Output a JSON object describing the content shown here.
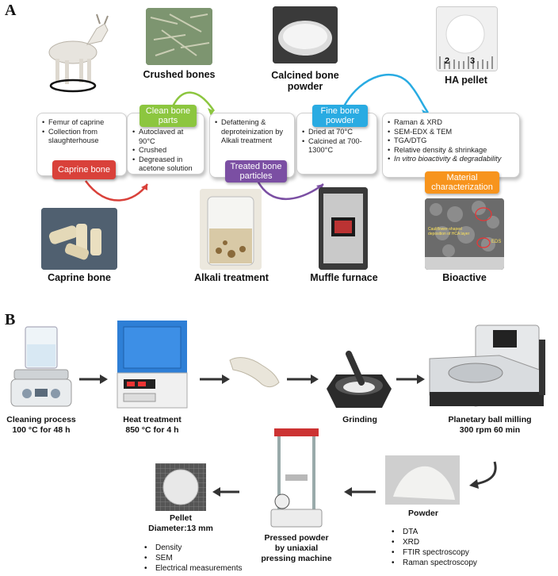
{
  "panel_a": {
    "letter": "A",
    "photo_captions": {
      "crushed": "Crushed bones",
      "calcined_1": "Calcined bone",
      "calcined_2": "powder",
      "ha_pellet": "HA pellet",
      "caprine": "Caprine bone",
      "alkali": "Alkali treatment",
      "muffle": "Muffle furnace",
      "bioactive": "Bioactive"
    },
    "ruler_ticks": [
      "2",
      "3"
    ],
    "steps": [
      {
        "title": "Caprine bone",
        "color": "#d9413a",
        "items": [
          "Femur of caprine",
          "Collection from slaughterhouse"
        ]
      },
      {
        "title_1": "Clean bone",
        "title_2": "parts",
        "color": "#8cc63f",
        "items": [
          "Autoclaved at 90°C",
          "Crushed",
          "Degreased in acetone solution"
        ]
      },
      {
        "title_1": "Treated bone",
        "title_2": "particles",
        "color": "#7b4fa3",
        "items": [
          "Defattening & deproteinization by Alkali treatment"
        ]
      },
      {
        "title_1": "Fine bone",
        "title_2": "powder",
        "color": "#29abe2",
        "items": [
          "Dried at 70°C",
          "Calcined at 700-1300°C"
        ]
      },
      {
        "title_1": "Material",
        "title_2": "characterization",
        "color": "#f7941d",
        "items": [
          "Raman & XRD",
          "SEM-EDX & TEM",
          "TGA/DTG",
          "Relative density & shrinkage",
          "In vitro bioactivity & degradability"
        ]
      }
    ],
    "sem_annotations": {
      "cauliflower_1": "Cauliflower-shaped",
      "cauliflower_2": "deposition of HCA layer",
      "eds": "EDS"
    }
  },
  "panel_b": {
    "letter": "B",
    "steps": {
      "cleaning_1": "Cleaning process",
      "cleaning_2": "100 °C for 48 h",
      "heat_1": "Heat treatment",
      "heat_2": "850 °C for 4 h",
      "grinding": "Grinding",
      "milling_1": "Planetary ball milling",
      "milling_2": "300 rpm 60 min",
      "powder": "Powder",
      "pressed_1": "Pressed powder",
      "pressed_2": "by uniaxial",
      "pressed_3": "pressing machine",
      "pellet_1": "Pellet",
      "pellet_2": "Diameter:13 mm"
    },
    "pellet_tests": [
      "Density",
      "SEM",
      "Electrical measurements"
    ],
    "powder_tests": [
      "DTA",
      "XRD",
      "FTIR spectroscopy",
      "Raman spectroscopy"
    ]
  }
}
